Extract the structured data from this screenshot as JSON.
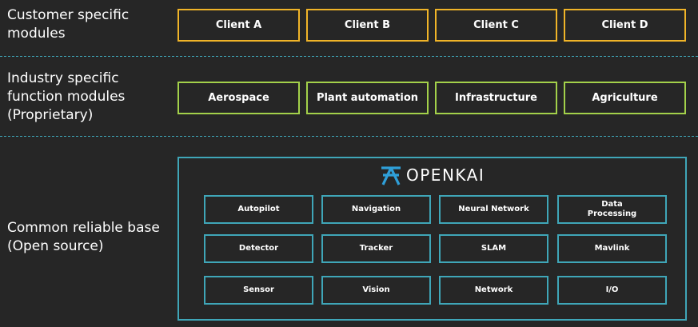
{
  "rows": {
    "customer": {
      "label": "Customer specific\nmodules"
    },
    "industry": {
      "label": "Industry specific\nfunction modules\n(Proprietary)"
    },
    "base": {
      "label": "Common reliable base\n(Open source)"
    }
  },
  "clients": [
    "Client A",
    "Client B",
    "Client C",
    "Client D"
  ],
  "industries": [
    "Aerospace",
    "Plant automation",
    "Infrastructure",
    "Agriculture"
  ],
  "logo": {
    "text": "OPENKAI"
  },
  "modules": [
    [
      "Autopilot",
      "Navigation",
      "Neural Network",
      "Data\nProcessing"
    ],
    [
      "Detector",
      "Tracker",
      "SLAM",
      "Mavlink"
    ],
    [
      "Sensor",
      "Vision",
      "Network",
      "I/O"
    ]
  ],
  "colors": {
    "background": "#262626",
    "client_border": "#f0b428",
    "industry_border": "#a3d14a",
    "base_border": "#3fa6b8",
    "divider": "#3fa6b8",
    "logo_mark": "#2f9fd8"
  }
}
